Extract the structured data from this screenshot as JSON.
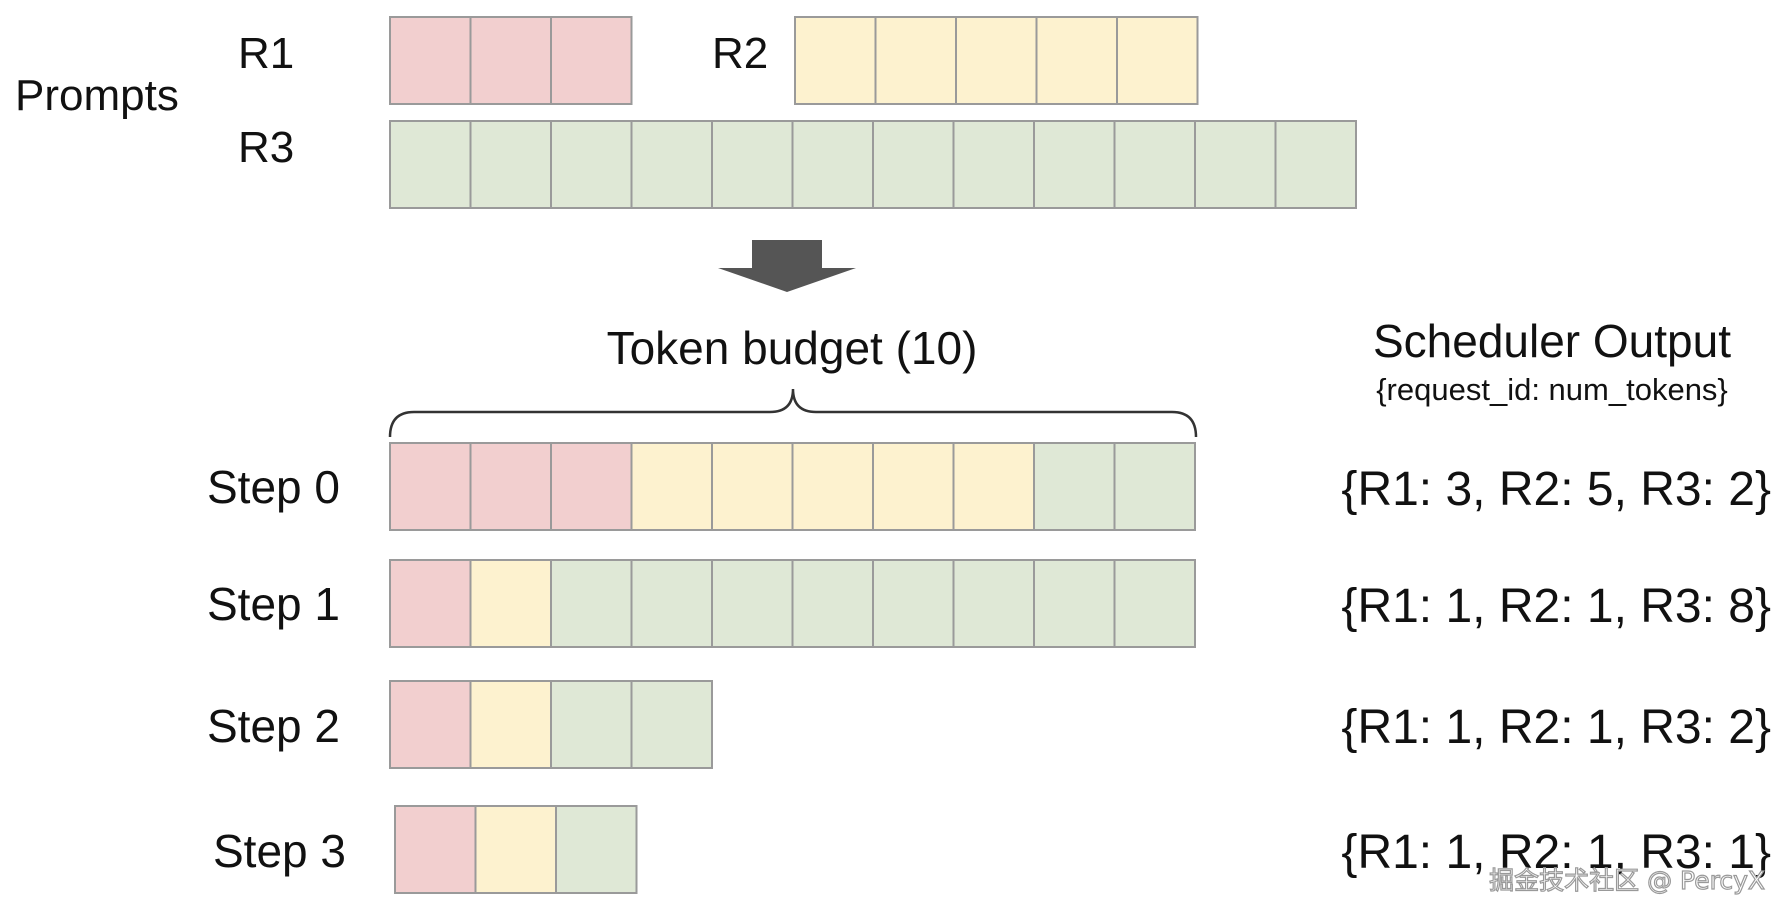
{
  "prompts_label": "Prompts",
  "prompt_rows": [
    {
      "label": "R1",
      "request": "R1",
      "tokens": 3
    },
    {
      "label": "R2",
      "request": "R2",
      "tokens": 5
    },
    {
      "label": "R3",
      "request": "R3",
      "tokens": 12
    }
  ],
  "budget_label": "Token budget (10)",
  "scheduler": {
    "title": "Scheduler Output",
    "subtitle": "{request_id: num_tokens}"
  },
  "steps": [
    {
      "label": "Step 0",
      "cells": [
        "R1",
        "R1",
        "R1",
        "R2",
        "R2",
        "R2",
        "R2",
        "R2",
        "R3",
        "R3"
      ],
      "output": "{R1: 3, R2: 5, R3: 2}"
    },
    {
      "label": "Step 1",
      "cells": [
        "R1",
        "R2",
        "R3",
        "R3",
        "R3",
        "R3",
        "R3",
        "R3",
        "R3",
        "R3"
      ],
      "output": "{R1: 1, R2: 1, R3: 8}"
    },
    {
      "label": "Step 2",
      "cells": [
        "R1",
        "R2",
        "R3",
        "R3"
      ],
      "output": "{R1: 1, R2: 1, R3: 2}"
    },
    {
      "label": "Step 3",
      "cells": [
        "R1",
        "R2",
        "R3"
      ],
      "output": "{R1: 1, R2: 1, R3: 1}"
    }
  ],
  "colors": {
    "R1": "#f2cfcf",
    "R2": "#fdf2cf",
    "R3": "#dfe8d6",
    "cell_border": "#9a9a9a",
    "arrow": "#555555"
  },
  "watermark": "掘金技术社区 @ PercyX"
}
